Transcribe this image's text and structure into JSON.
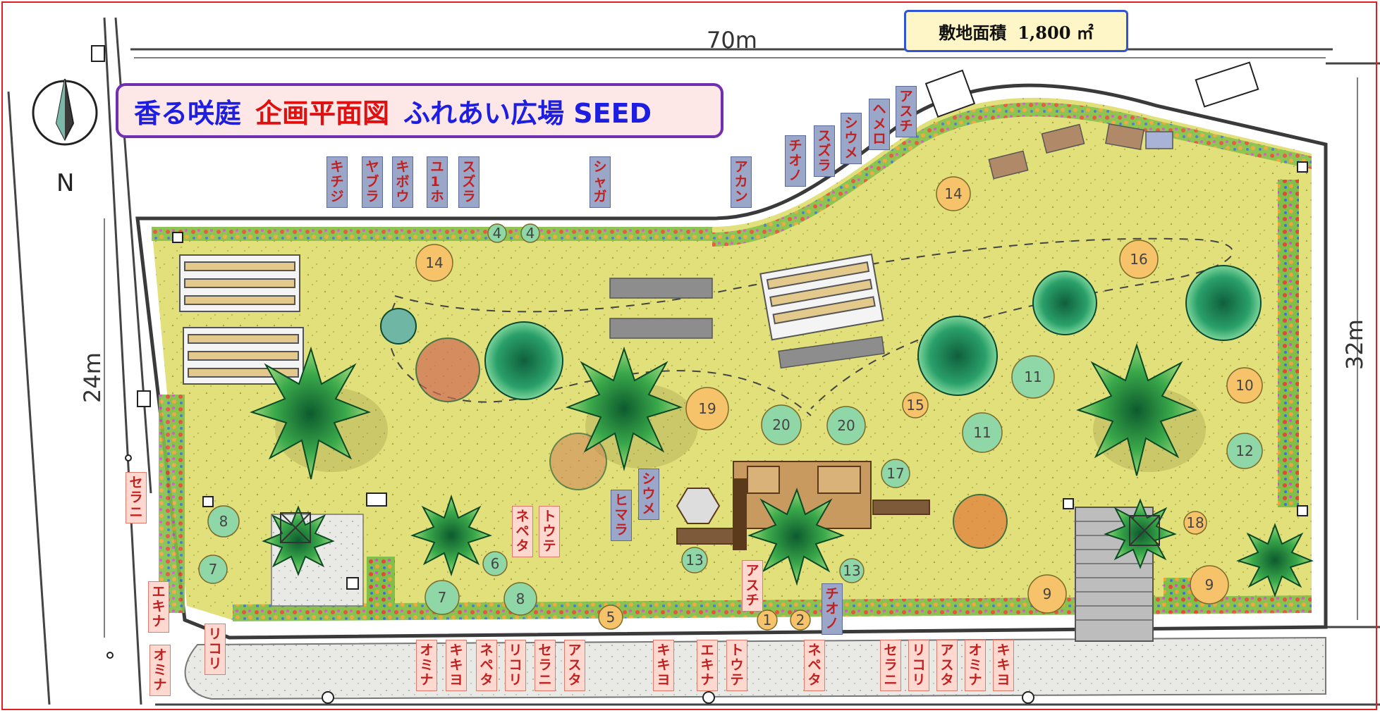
{
  "title": {
    "part1": "香る咲庭",
    "part2": "企画平面図",
    "part3": "ふれあい広場 SEED"
  },
  "site_area": {
    "label": "敷地面積",
    "value": "1,800 ㎡"
  },
  "dimensions": {
    "width": "70m",
    "left_depth": "24m",
    "right_depth": "32m"
  },
  "north": "N",
  "colors": {
    "lawn": "#e4e37a",
    "tree_dark": "#1f8a5a",
    "tree_light": "#5fc58b",
    "plot_orange": "#f6c36b",
    "plot_green": "#8fd7a6",
    "label_blue": "#9aa7c9",
    "label_pink": "#ffd9cf",
    "title_border": "#6f2fb0"
  },
  "plot_numbers": {
    "p14a": "14",
    "p14b": "14",
    "p16": "16",
    "p10": "10",
    "p11a": "11",
    "p11b": "11",
    "p12": "12",
    "p15": "15",
    "p19": "19",
    "p20a": "20",
    "p20b": "20",
    "p17": "17",
    "p13a": "13",
    "p13b": "13",
    "p18": "18",
    "p9a": "9",
    "p9b": "9",
    "p8a": "8",
    "p8b": "8",
    "p7a": "7",
    "p7b": "7",
    "p6": "6",
    "p5": "5",
    "p4a": "4",
    "p4b": "4",
    "p1": "1",
    "p2": "2"
  },
  "labels": {
    "kichiji": "キチジ",
    "yabura": "ヤブラ",
    "kibou": "キボウ",
    "yu1ho": "ユ1ホ",
    "suzura": "スズラ",
    "shaga": "シャガ",
    "akan": "アカン",
    "chiono_top": "チオノ",
    "suzura_top": "スズラ",
    "shiume_top": "シウメ",
    "hemero": "ヘメロ",
    "asuchi_top": "アスチ",
    "serani_left": "セラニ",
    "ekina_left": "エキナ",
    "rikori_left": "リコリ",
    "omina_left": "オミナ",
    "nepeta_mid": "ネペタ",
    "toute_mid": "トウテ",
    "himara": "ヒマラ",
    "shiume_mid": "シウメ",
    "asuchi_mid": "アスチ",
    "chiono_mid": "チオノ",
    "b_omina": "オミナ",
    "b_kikiyo1": "キキヨ",
    "b_nepeta": "ネペタ",
    "b_rikori": "リコリ",
    "b_serani": "セラニ",
    "b_asuta": "アスタ",
    "b_kikiyo2": "キキヨ",
    "b_ekina": "エキナ",
    "b_toute": "トウテ",
    "b_nepeta2": "ネペタ",
    "b_serani2": "セラニ",
    "b_rikori2": "リコリ",
    "b_asuta2": "アスタ",
    "b_omina2": "オミナ",
    "b_kikiyo3": "キキヨ"
  }
}
